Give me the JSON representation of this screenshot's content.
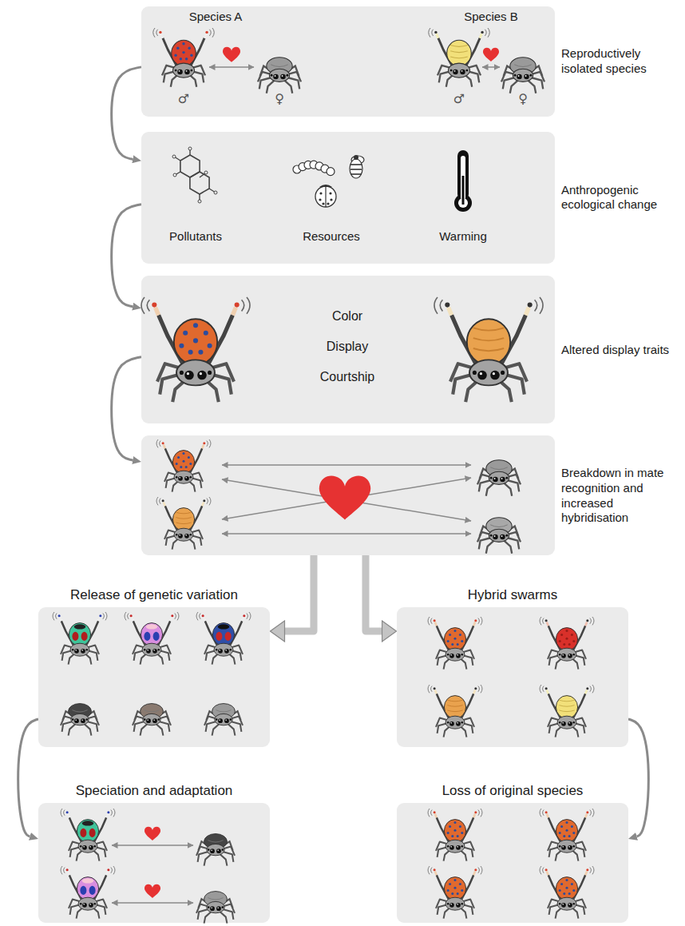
{
  "diagram": {
    "nodes": [
      {
        "text": [
          "Species A",
          "Species B",
          "Reproductively isolated species"
        ]
      },
      {
        "text": [
          "Pollutants",
          "Resources",
          "Warming",
          "Anthropogenic ecological change"
        ]
      },
      {
        "text": [
          "Color",
          "Display",
          "Courtship",
          "Altered display traits"
        ]
      },
      {
        "text": [
          "Breakdown in mate recognition and increased hybridisation"
        ]
      },
      {
        "text": [
          "Release of genetic variation"
        ]
      },
      {
        "text": [
          "Hybrid swarms"
        ]
      },
      {
        "text": [
          "Speciation and adaptation"
        ]
      },
      {
        "text": [
          "Loss of original species"
        ]
      }
    ],
    "edges": [
      {
        "from": 0,
        "to": 1,
        "arrow": "to"
      },
      {
        "from": 1,
        "to": 2,
        "arrow": "to"
      },
      {
        "from": 2,
        "to": 3,
        "arrow": "to"
      },
      {
        "from": 3,
        "to": 4,
        "arrow": "to"
      },
      {
        "from": 3,
        "to": 5,
        "arrow": "to"
      },
      {
        "from": 4,
        "to": 6,
        "arrow": "to"
      },
      {
        "from": 5,
        "to": 7,
        "arrow": "to"
      }
    ],
    "labels": [
      "♂",
      "♀",
      "♂",
      "♀"
    ]
  }
}
